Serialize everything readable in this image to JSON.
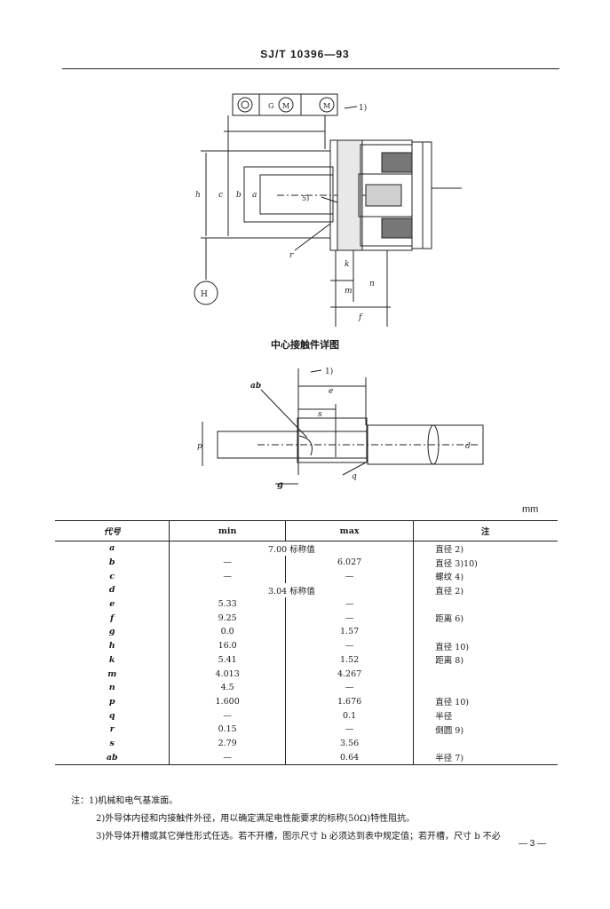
{
  "header": {
    "code": "SJ/T 10396—93"
  },
  "figure": {
    "labels": {
      "top_1": "1)",
      "meter_h": "H",
      "meter_g": "G",
      "meter_m1": "M",
      "meter_m2": "M",
      "dim_h": "h",
      "dim_c": "c",
      "dim_b": "b",
      "dim_a": "a",
      "ref_5": "5)",
      "dim_r": "r",
      "dim_k": "k",
      "dim_m": "m",
      "dim_n": "n",
      "dim_f": "f"
    }
  },
  "detail": {
    "caption": "中心接触件详图",
    "labels": {
      "ref_1": "1)",
      "dim_ab": "ab",
      "dim_e": "e",
      "dim_s": "s",
      "dim_d": "d",
      "dim_q": "q",
      "dim_g": "g",
      "dim_p": "p"
    }
  },
  "table": {
    "unit": "mm",
    "headers": {
      "code": "代号",
      "min": "min",
      "max": "max",
      "note": "注"
    },
    "rows": [
      {
        "code": "a",
        "merged": "7.00 标称值",
        "note": "直径 2)"
      },
      {
        "code": "b",
        "min": "—",
        "max": "6.027",
        "note": "直径 3)10)"
      },
      {
        "code": "c",
        "min": "—",
        "max": "—",
        "note": "螺纹 4)"
      },
      {
        "code": "d",
        "merged": "3.04 标称值",
        "note": "直径 2)"
      },
      {
        "code": "e",
        "min": "5.33",
        "max": "—",
        "note": ""
      },
      {
        "code": "f",
        "min": "9.25",
        "max": "—",
        "note": "距离 6)"
      },
      {
        "code": "g",
        "min": "0.0",
        "max": "1.57",
        "note": ""
      },
      {
        "code": "h",
        "min": "16.0",
        "max": "—",
        "note": "直径 10)"
      },
      {
        "code": "k",
        "min": "5.41",
        "max": "1.52",
        "note": "距离 8)"
      },
      {
        "code": "m",
        "min": "4.013",
        "max": "4.267",
        "note": ""
      },
      {
        "code": "n",
        "min": "4.5",
        "max": "—",
        "note": ""
      },
      {
        "code": "p",
        "min": "1.600",
        "max": "1.676",
        "note": "直径 10)"
      },
      {
        "code": "q",
        "min": "—",
        "max": "0.1",
        "note": "半径"
      },
      {
        "code": "r",
        "min": "0.15",
        "max": "—",
        "note": "倒圆 9)"
      },
      {
        "code": "s",
        "min": "2.79",
        "max": "3.56",
        "note": ""
      },
      {
        "code": "ab",
        "min": "—",
        "max": "0.64",
        "note": "半径 7)"
      }
    ]
  },
  "notes": [
    "注：1)机械和电气基准面。",
    "2)外导体内径和内接触件外径，用以确定满足电性能要求的标称(50Ω)特性阻抗。",
    "3)外导体开槽或其它弹性形式任选。若不开槽，图示尺寸 b 必须达到表中规定值；若开槽，尺寸 b 不必"
  ],
  "page_number": "— 3 —"
}
